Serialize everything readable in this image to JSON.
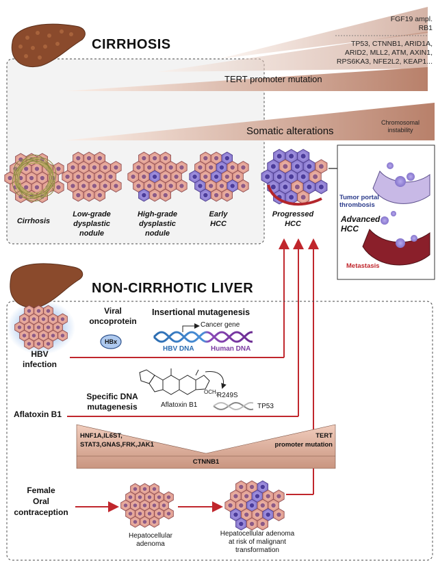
{
  "cirrhosis": {
    "title": "CIRRHOSIS",
    "genes_top": [
      "FGF19 ampl.",
      "RB1"
    ],
    "genes_mid": [
      "TP53, CTNNB1, ARID1A,",
      "ARID2, MLL2, ATM, AXIN1,",
      "RPS6KA3, NFE2L2, KEAP1..."
    ],
    "tert_label": "TERT promoter mutation",
    "somatic_label": "Somatic alterations",
    "chrom_label": [
      "Chromosomal",
      "instability"
    ],
    "stages": [
      {
        "lines": [
          "Cirrhosis"
        ]
      },
      {
        "lines": [
          "Low-grade",
          "dysplastic",
          "nodule"
        ]
      },
      {
        "lines": [
          "High-grade",
          "dysplastic",
          "nodule"
        ]
      },
      {
        "lines": [
          "Early",
          "HCC"
        ]
      },
      {
        "lines": [
          "Progressed",
          "HCC"
        ]
      }
    ],
    "advanced": {
      "label": [
        "Advanced",
        "HCC"
      ],
      "portal": [
        "Tumor portal",
        "thrombosis"
      ],
      "metastasis": "Metastasis"
    }
  },
  "noncirrhotic": {
    "title": "NON-CIRRHOTIC LIVER",
    "hbv": {
      "label": [
        "HBV",
        "infection"
      ],
      "viral": [
        "Viral",
        "oncoprotein"
      ],
      "hbx": "HBx",
      "insertional": "Insertional mutagenesis",
      "cancer_gene": "Cancer gene",
      "hbv_dna": "HBV DNA",
      "human_dna": "Human DNA"
    },
    "aflatoxin": {
      "label": "Aflatoxin B1",
      "specific": [
        "Specific DNA",
        "mutagenesis"
      ],
      "compound": "Aflatoxin B1",
      "och3": "OCH",
      "och3_sub": "3",
      "mutation": "R249S",
      "gene": "TP53"
    },
    "adenoma_genes": {
      "left": [
        "HNF1A,IL6ST,",
        "STAT3,GNAS,FRK,JAK1"
      ],
      "right": [
        "TERT",
        "promoter mutation"
      ],
      "bottom": "CTNNB1"
    },
    "female": {
      "label": [
        "Female",
        "Oral",
        "contraception"
      ],
      "adenoma": [
        "Hepatocellular",
        "adenoma"
      ],
      "risk": [
        "Hepatocellular adenoma",
        "at risk of malignant",
        "transformation"
      ]
    }
  },
  "colors": {
    "wedge_light": "#f7e4d8",
    "wedge_dark": "#b07a60",
    "arrow_red": "#c0262c",
    "cell": "#e8a99c",
    "nucleus": "#8c5a86",
    "tumor": "#9c8ad8",
    "hbv_blue": "#2b6cb0",
    "human_purple": "#7a3aa0",
    "liver": "#8a4a2c"
  }
}
